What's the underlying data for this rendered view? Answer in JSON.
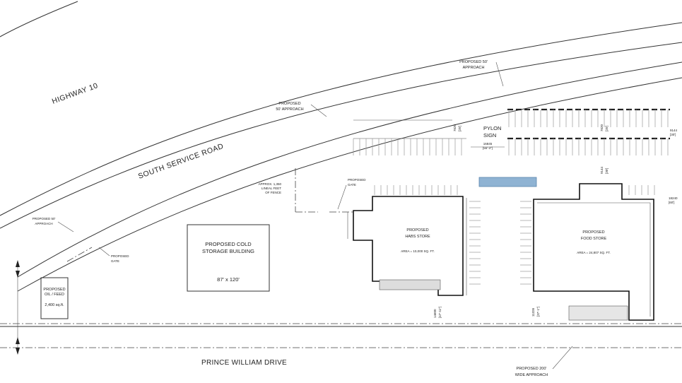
{
  "roads": {
    "highway": "HIGHWAY 10",
    "service_road": "SOUTH SERVICE ROAD",
    "drive": "PRINCE WILLIAM DRIVE"
  },
  "labels": {
    "approach_50_east": [
      "PROPOSED 50'",
      "APPROACH"
    ],
    "approach_50_mid": [
      "PROPOSED",
      "50' APPROACH"
    ],
    "approach_50_west": [
      "PROPOSED 50'",
      "APPROACH"
    ],
    "gate_west": [
      "PROPOSED",
      "GATE"
    ],
    "gate_mid": [
      "PROPOSED",
      "GATE"
    ],
    "fence": [
      "APPROX. 1,350",
      "LINEAL FEET",
      "OF FENCE"
    ],
    "pylon": [
      "PYLON",
      "SIGN"
    ],
    "approach_200": [
      "PROPOSED 200'",
      "WIDE APPROACH"
    ]
  },
  "buildings": {
    "cold_storage": {
      "name": [
        "PROPOSED COLD",
        "STORAGE BUILDING"
      ],
      "size": "87' x 120'"
    },
    "oil_feed": {
      "name": [
        "PROPOSED",
        "OIL / FEED"
      ],
      "area": "2,400 sq.ft."
    },
    "habs_store": {
      "name": [
        "PROPOSED",
        "HABS STORE"
      ],
      "area": "AREA = 10,000 SQ. FT."
    },
    "food_store": {
      "name": [
        "PROPOSED",
        "FOOD STORE"
      ],
      "area": "AREA = 24,807 SQ. FT."
    }
  },
  "dimensions": {
    "pylon_h": [
      "16845",
      "[55'-3\"]"
    ],
    "d1": [
      "7620",
      "[25']"
    ],
    "d2": [
      "7620",
      "[25']"
    ],
    "d3": [
      "9144",
      "[30']"
    ],
    "d4": [
      "9144",
      "[30']"
    ],
    "d5": [
      "18240",
      "[60']"
    ],
    "d6": [
      "11326",
      "[37'-1\"]"
    ],
    "d7": [
      "14600",
      "[47'-11\"]"
    ]
  },
  "colors": {
    "linework": "#333333",
    "highlight": "#8fb3d3",
    "background": "#ffffff"
  }
}
